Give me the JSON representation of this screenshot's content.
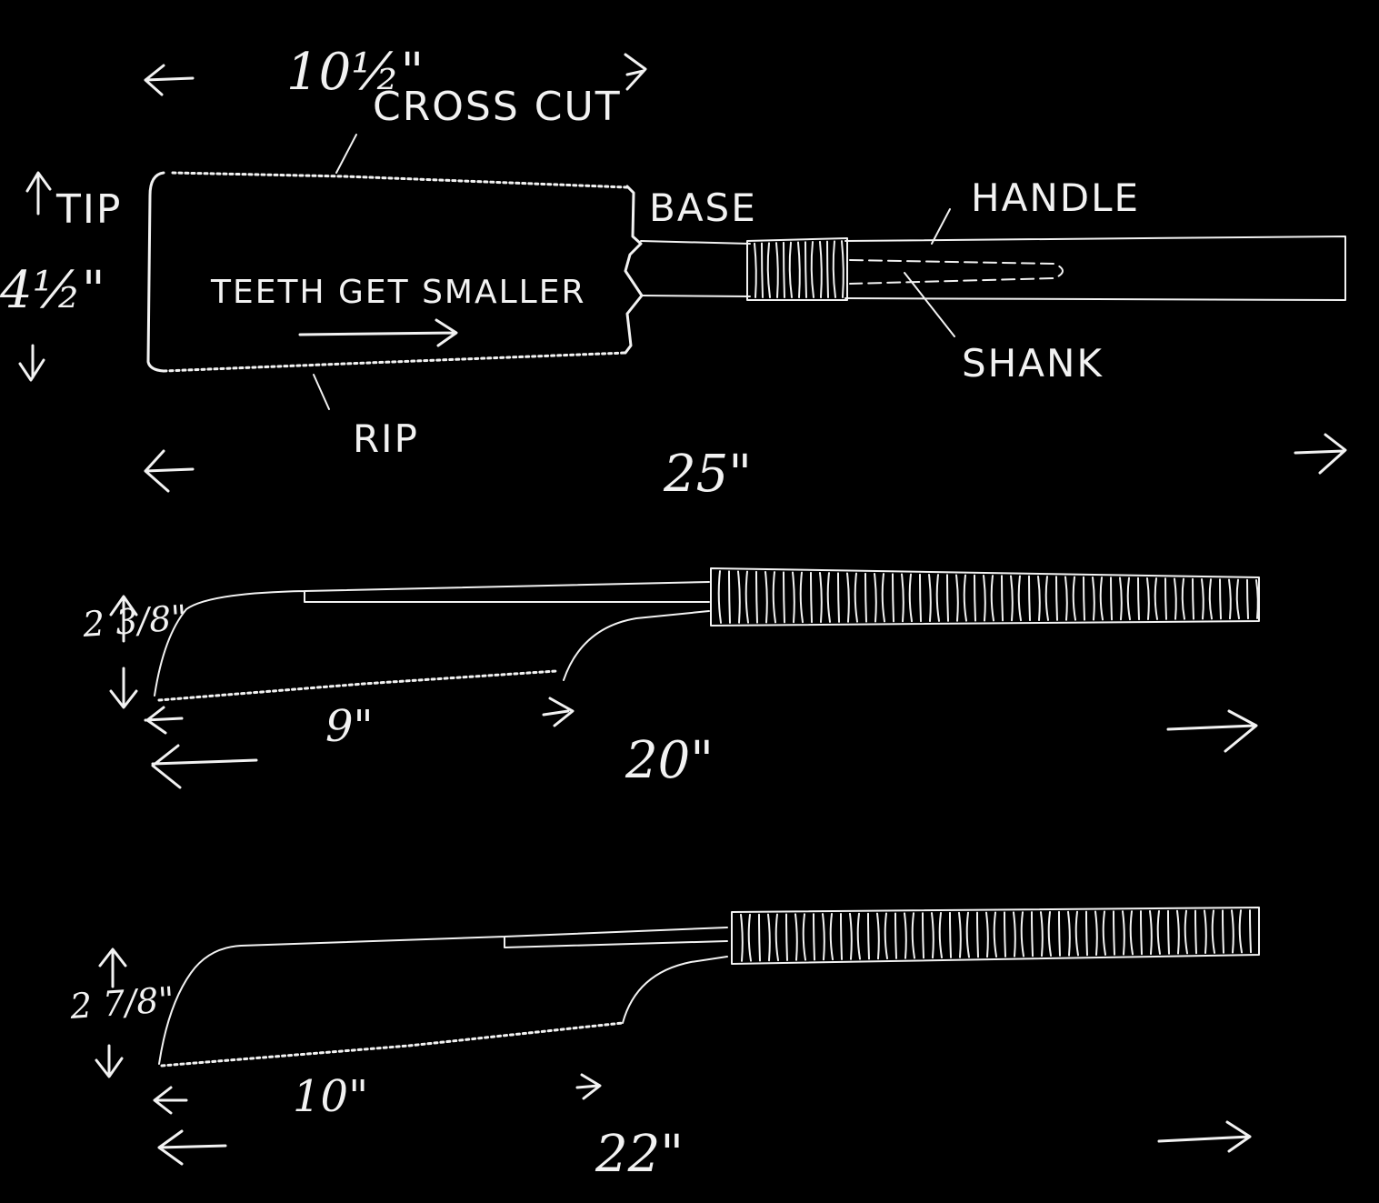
{
  "saw1": {
    "dim_blade_length": "10½\"",
    "dim_blade_width": "4½\"",
    "dim_total_length": "25\"",
    "label_cross_cut": "CROSS CUT",
    "label_tip": "TIP",
    "label_base": "BASE",
    "label_handle": "HANDLE",
    "label_shank": "SHANK",
    "label_teeth": "TEETH GET SMALLER",
    "label_rip": "RIP"
  },
  "saw2": {
    "dim_blade_width": "2 3/8\"",
    "dim_blade_length": "9\"",
    "dim_total_length": "20\""
  },
  "saw3": {
    "dim_blade_width": "2 7/8\"",
    "dim_blade_length": "10\"",
    "dim_total_length": "22\""
  },
  "colors": {
    "background": "#000000",
    "ink": "#f2f2f2"
  }
}
